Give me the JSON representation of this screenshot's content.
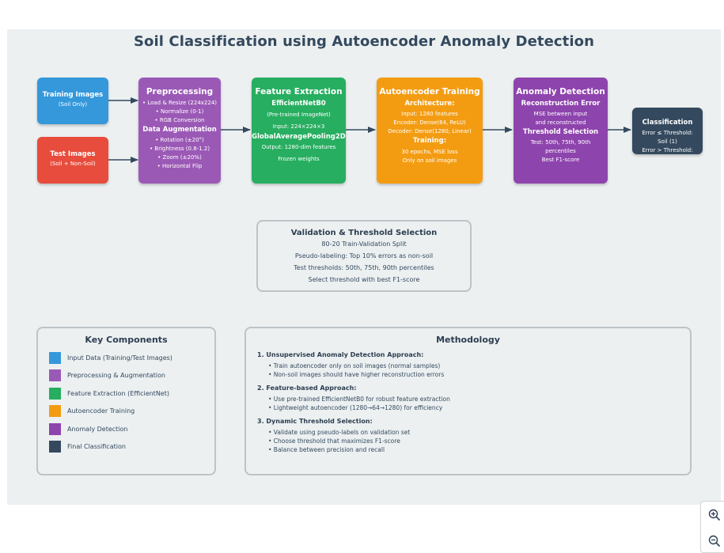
{
  "title": "Soil Classification using Autoencoder Anomaly Detection",
  "colors": {
    "input": "#3498db",
    "test": "#e74c3c",
    "preprocess": "#9b59b6",
    "feature": "#27ae60",
    "autoencoder": "#f39c12",
    "anomaly": "#8e44ad",
    "classification": "#34495e",
    "background": "#ecf0f1"
  },
  "flow": {
    "training_images": {
      "title": "Training Images",
      "sub": "(Soil Only)"
    },
    "test_images": {
      "title": "Test Images",
      "sub": "(Soil + Non-Soil)"
    },
    "preprocessing": {
      "title": "Preprocessing",
      "items": [
        "• Load & Resize (224x224)",
        "• Normalize (0-1)",
        "• RGB Conversion"
      ],
      "aug_title": "Data Augmentation",
      "aug_items": [
        "• Rotation (±20°)",
        "• Brightness (0.8-1.2)",
        "• Zoom (±20%)",
        "• Horizontal Flip"
      ]
    },
    "feature_extraction": {
      "title": "Feature Extraction",
      "model": "EfficientNetB0",
      "model_sub": "(Pre-trained ImageNet)",
      "input": "Input: 224×224×3",
      "pooling": "GlobalAveragePooling2D",
      "output": "Output: 1280-dim features",
      "frozen": "Frozen weights"
    },
    "autoencoder": {
      "title": "Autoencoder Training",
      "arch_title": "Architecture:",
      "arch_items": [
        "Input: 1280 features",
        "Encoder: Dense(64, ReLU)",
        "Decoder: Dense(1280, Linear)"
      ],
      "train_title": "Training:",
      "train_items": [
        "30 epochs, MSE loss",
        "Only on soil images"
      ]
    },
    "anomaly": {
      "title": "Anomaly Detection",
      "recon_title": "Reconstruction Error",
      "recon_items": [
        "MSE between input",
        "and reconstructed"
      ],
      "thresh_title": "Threshold Selection",
      "thresh_items": [
        "Test: 50th, 75th, 90th",
        "percentiles",
        "Best F1-score"
      ]
    },
    "classification": {
      "title": "Classification",
      "items": [
        "Error ≤ Threshold:",
        "Soil (1)",
        "Error > Threshold:"
      ]
    }
  },
  "validation": {
    "title": "Validation & Threshold Selection",
    "lines": [
      "80-20 Train-Validation Split",
      "Pseudo-labeling: Top 10% errors as non-soil",
      "Test thresholds: 50th, 75th, 90th percentiles",
      "Select threshold with best F1-score"
    ]
  },
  "key_components": {
    "title": "Key Components",
    "items": [
      {
        "label": "Input Data (Training/Test Images)",
        "color": "#3498db"
      },
      {
        "label": "Preprocessing & Augmentation",
        "color": "#9b59b6"
      },
      {
        "label": "Feature Extraction (EfficientNet)",
        "color": "#27ae60"
      },
      {
        "label": "Autoencoder Training",
        "color": "#f39c12"
      },
      {
        "label": "Anomaly Detection",
        "color": "#8e44ad"
      },
      {
        "label": "Final Classification",
        "color": "#34495e"
      }
    ]
  },
  "methodology": {
    "title": "Methodology",
    "sections": [
      {
        "heading": "1. Unsupervised Anomaly Detection Approach:",
        "items": [
          "• Train autoencoder only on soil images (normal samples)",
          "• Non-soil images should have higher reconstruction errors"
        ]
      },
      {
        "heading": "2. Feature-based Approach:",
        "items": [
          "• Use pre-trained EfficientNetB0 for robust feature extraction",
          "• Lightweight autoencoder (1280→64→1280) for efficiency"
        ]
      },
      {
        "heading": "3. Dynamic Threshold Selection:",
        "items": [
          "• Validate using pseudo-labels on validation set",
          "• Choose threshold that maximizes F1-score",
          "• Balance between precision and recall"
        ]
      }
    ]
  },
  "controls": {
    "zoom_in_icon": "zoom-in-icon",
    "zoom_out_icon": "zoom-out-icon"
  }
}
